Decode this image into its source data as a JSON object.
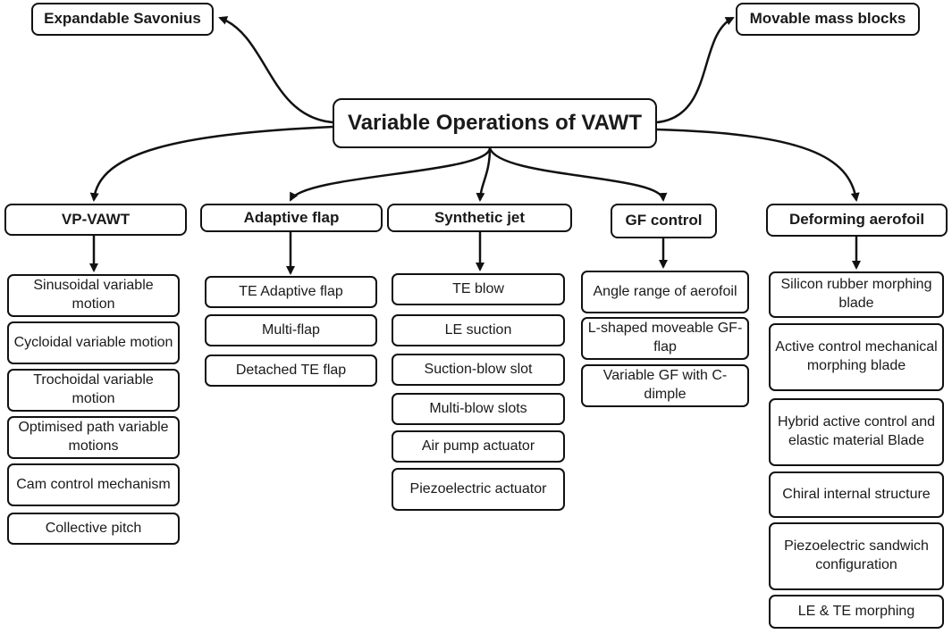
{
  "root": "Variable Operations of VAWT",
  "top_left": "Expandable Savonius",
  "top_right": "Movable mass blocks",
  "categories": [
    {
      "label": "VP-VAWT",
      "items": [
        "Sinusoidal variable motion",
        "Cycloidal variable motion",
        "Trochoidal variable motion",
        "Optimised path variable motions",
        "Cam control mechanism",
        "Collective pitch"
      ]
    },
    {
      "label": "Adaptive flap",
      "items": [
        "TE Adaptive flap",
        "Multi-flap",
        "Detached TE flap"
      ]
    },
    {
      "label": "Synthetic jet",
      "items": [
        "TE blow",
        "LE suction",
        "Suction-blow slot",
        "Multi-blow slots",
        "Air pump actuator",
        "Piezoelectric actuator"
      ]
    },
    {
      "label": "GF control",
      "items": [
        "Angle range of aerofoil",
        "L-shaped moveable GF-flap",
        "Variable GF with C-dimple"
      ]
    },
    {
      "label": "Deforming aerofoil",
      "items": [
        "Silicon rubber morphing blade",
        "Active control mechanical morphing blade",
        "Hybrid active control and elastic material Blade",
        "Chiral internal structure",
        "Piezoelectric sandwich configuration",
        "LE & TE morphing"
      ]
    }
  ]
}
